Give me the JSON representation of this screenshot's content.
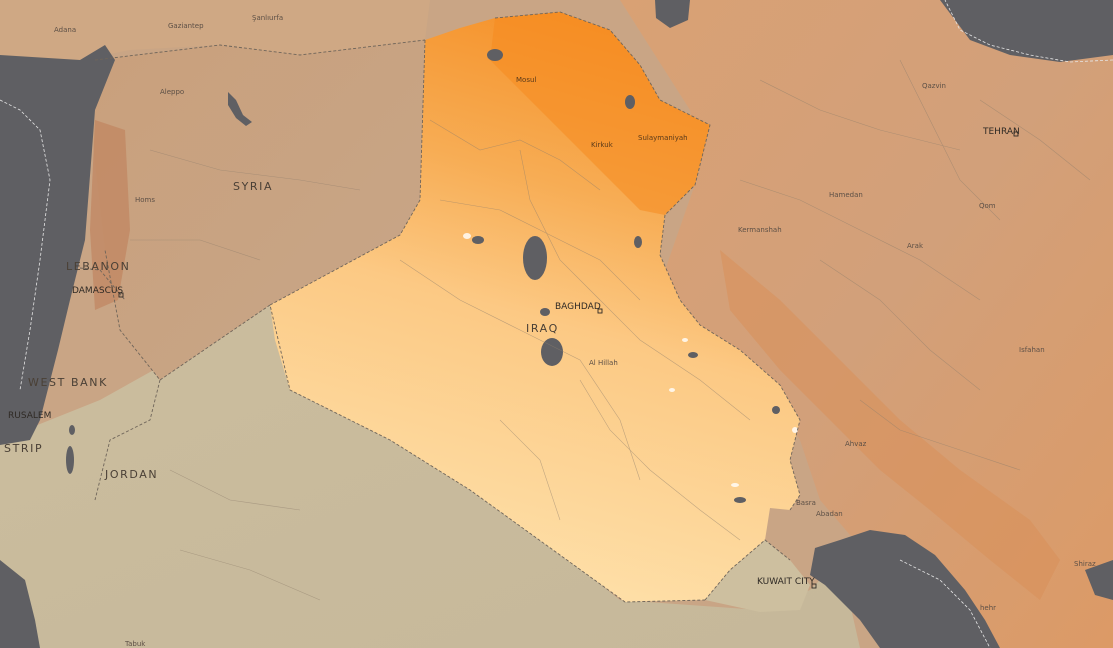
{
  "colors": {
    "sea": "#5f5f63",
    "land_base": "#c8a07d",
    "desert_gray": "#c9bb9f",
    "iraq_light": "#fde1a6",
    "iraq_mid": "#f8b668",
    "iraq_dark": "#f5922a",
    "border_dashed": "#7a6e63",
    "water_marsh": "#ffffff"
  },
  "labels": {
    "countries": {
      "syria": "SYRIA",
      "lebanon": "LEBANON",
      "iraq": "IRAQ",
      "jordan": "JORDAN",
      "west_bank": "WEST BANK",
      "gaza_strip": "STRIP"
    },
    "capitals": {
      "damascus": "DAMASCUS",
      "baghdad": "BAGHDAD",
      "tehran": "TEHRAN",
      "jerusalem": "RUSALEM",
      "kuwait_city": "KUWAIT CITY"
    },
    "cities": {
      "adana": "Adana",
      "gaziantep": "Gaziantep",
      "sanliurfa": "Şanlıurfa",
      "aleppo": "Aleppo",
      "homs": "Homs",
      "mosul": "Mosul",
      "kirkuk": "Kirkuk",
      "sulaymaniyah": "Sulaymaniyah",
      "al_hillah": "Al Hillah",
      "basra": "Basra",
      "abadan": "Abadan",
      "qazvin": "Qazvin",
      "hamedan": "Hamedan",
      "qom": "Qom",
      "kermanshah": "Kermanshah",
      "arak": "Arak",
      "isfahan": "Isfahan",
      "ahvaz": "Ahvaz",
      "shiraz": "Shiraz",
      "bushehr": "hehr",
      "tabuk": "Tabuk"
    }
  }
}
